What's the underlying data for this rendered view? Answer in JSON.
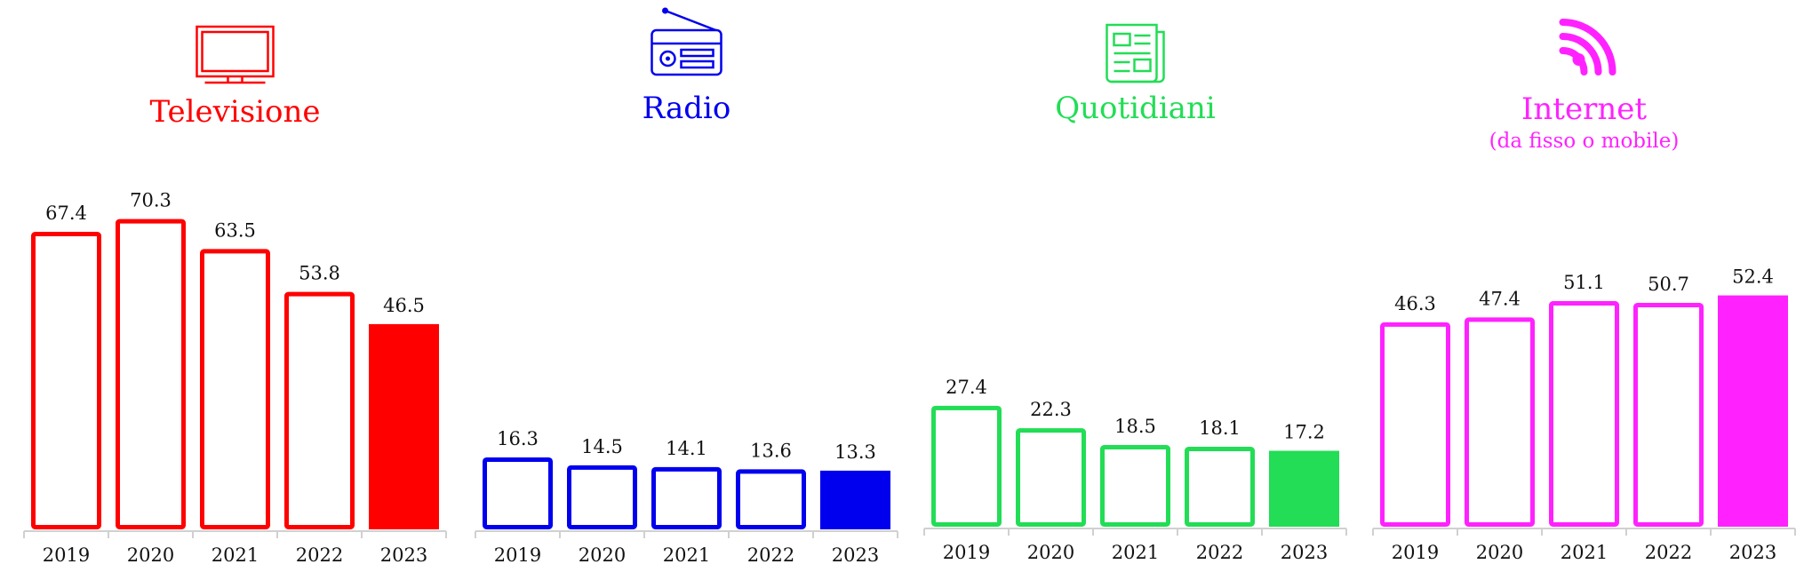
{
  "chart_data": [
    {
      "type": "bar",
      "title": "Televisione",
      "subtitle": "",
      "icon": "tv-icon",
      "color": "#ff0000",
      "categories": [
        "2019",
        "2020",
        "2021",
        "2022",
        "2023"
      ],
      "values": [
        67.4,
        70.3,
        63.5,
        53.8,
        46.5
      ],
      "highlight_category": "2023",
      "ylim": [
        0,
        75
      ],
      "grid": false
    },
    {
      "type": "bar",
      "title": "Radio",
      "subtitle": "",
      "icon": "radio-icon",
      "color": "#0000ee",
      "categories": [
        "2019",
        "2020",
        "2021",
        "2022",
        "2023"
      ],
      "values": [
        16.3,
        14.5,
        14.1,
        13.6,
        13.3
      ],
      "highlight_category": "2023",
      "ylim": [
        0,
        75
      ],
      "grid": false
    },
    {
      "type": "bar",
      "title": "Quotidiani",
      "subtitle": "",
      "icon": "newspaper-icon",
      "color": "#22dd55",
      "categories": [
        "2019",
        "2020",
        "2021",
        "2022",
        "2023"
      ],
      "values": [
        27.4,
        22.3,
        18.5,
        18.1,
        17.2
      ],
      "highlight_category": "2023",
      "ylim": [
        0,
        75
      ],
      "grid": false
    },
    {
      "type": "bar",
      "title": "Internet",
      "subtitle": "(da fisso o mobile)",
      "icon": "wifi-icon",
      "color": "#ff22ff",
      "categories": [
        "2019",
        "2020",
        "2021",
        "2022",
        "2023"
      ],
      "values": [
        46.3,
        47.4,
        51.1,
        50.7,
        52.4
      ],
      "highlight_category": "2023",
      "ylim": [
        0,
        75
      ],
      "grid": false
    }
  ]
}
